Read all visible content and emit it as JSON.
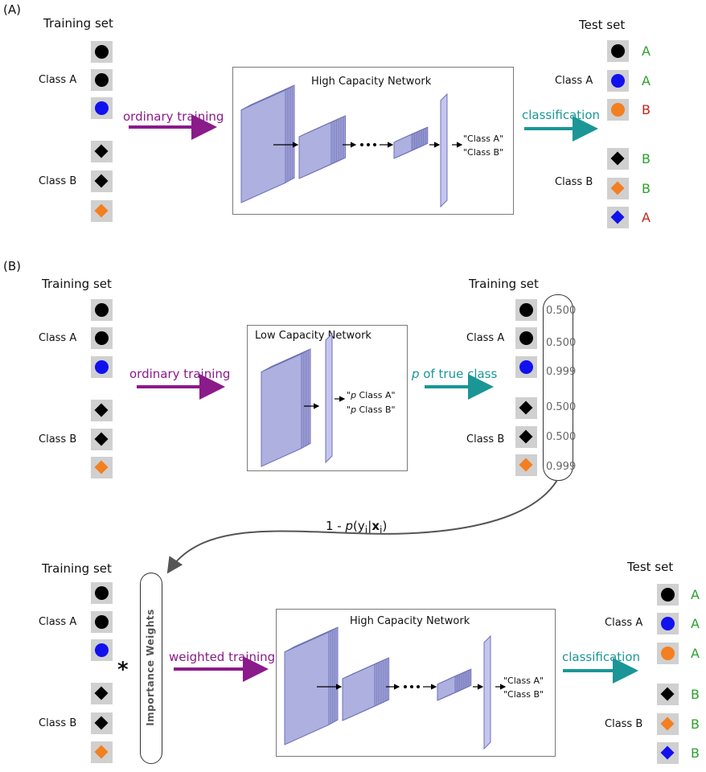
{
  "panel_a": {
    "label": "(A)",
    "training_heading": "Training set",
    "class_a_label": "Class A",
    "class_b_label": "Class B",
    "arrow_train_label": "ordinary training",
    "network_title": "High Capacity Network",
    "out_a": "\"Class A\"",
    "out_b": "\"Class B\"",
    "arrow_classify_label": "classification",
    "test_heading": "Test set",
    "test_class_a_label": "Class A",
    "test_class_b_label": "Class B",
    "predictions": [
      "A",
      "A",
      "B",
      "B",
      "B",
      "A"
    ]
  },
  "panel_b": {
    "label": "(B)",
    "training_heading_left": "Training set",
    "class_a_label": "Class A",
    "class_b_label": "Class B",
    "arrow_train_label": "ordinary training",
    "network_title": "Low Capacity Network",
    "out_a": "\"p Class A\"",
    "out_b": "\"p Class B\"",
    "arrow_p_label": "p of true class",
    "training_heading_right": "Training set",
    "right_class_a_label": "Class A",
    "right_class_b_label": "Class B",
    "probabilities": [
      "0.500",
      "0.500",
      "0.999",
      "0.500",
      "0.500",
      "0.999"
    ],
    "weight_formula": "1 - p(yi|xi)"
  },
  "panel_c": {
    "training_heading": "Training set",
    "class_a_label": "Class A",
    "class_b_label": "Class B",
    "multiply_symbol": "*",
    "importance_label": "Importance Weights",
    "arrow_train_label": "weighted training",
    "network_title": "High Capacity Network",
    "out_a": "\"Class A\"",
    "out_b": "\"Class B\"",
    "arrow_classify_label": "classification",
    "test_heading": "Test set",
    "test_class_a_label": "Class A",
    "test_class_b_label": "Class B",
    "predictions": [
      "A",
      "A",
      "A",
      "B",
      "B",
      "B"
    ]
  },
  "colors": {
    "train_arrow": "#8b1a8b",
    "classify_arrow": "#1a9696",
    "pred_green": "#2ca02c",
    "pred_red": "#c0261e",
    "layer_fill": "#aeb0e0",
    "layer_edge": "#6f72b8",
    "tile_bg": "#d0d0d0",
    "black_item": "#000000",
    "blue_item": "#1111ee",
    "orange_item": "#f37f20"
  }
}
